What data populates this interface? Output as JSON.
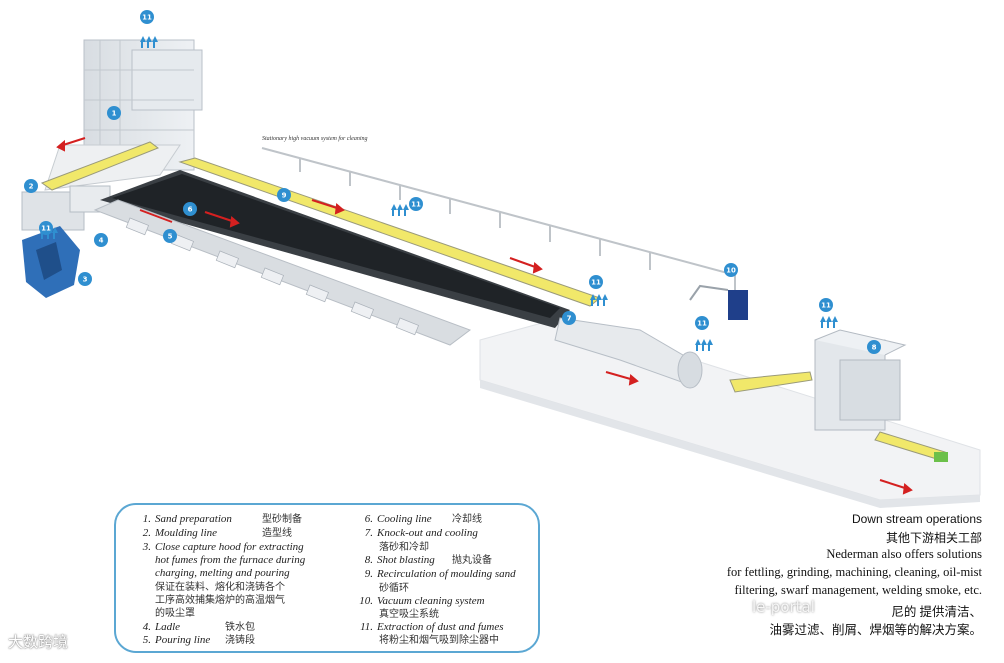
{
  "caption": "Stationary high vacuum system for cleaning",
  "legend": {
    "left": [
      {
        "n": "1.",
        "en": "Sand preparation",
        "zh": "型砂制备"
      },
      {
        "n": "2.",
        "en": "Moulding line",
        "zh": "造型线"
      },
      {
        "n": "3.",
        "en": "Close capture hood for extracting",
        "zh": ""
      },
      {
        "n": "",
        "en": "hot fumes from the furnace during",
        "zh": ""
      },
      {
        "n": "",
        "en": "charging, melting and pouring",
        "zh": ""
      },
      {
        "n": "4.",
        "en": "Ladle",
        "zh": "铁水包"
      },
      {
        "n": "5.",
        "en": "Pouring line",
        "zh": "浇铸段"
      }
    ],
    "left_zh_lines": [
      "保证在装料、熔化和浇铸各个",
      "工序高效捕集熔炉的高温烟气",
      "的吸尘罩"
    ],
    "right": [
      {
        "n": "6.",
        "en": "Cooling line",
        "zh": "冷却线"
      },
      {
        "n": "7.",
        "en": "Knock-out and cooling",
        "zh": ""
      },
      {
        "n": "8.",
        "en": "Shot blasting",
        "zh": "抛丸设备"
      },
      {
        "n": "9.",
        "en": "Recirculation of moulding sand",
        "zh": ""
      },
      {
        "n": "10.",
        "en": "Vacuum cleaning system",
        "zh": ""
      },
      {
        "n": "11.",
        "en": "Extraction of dust and fumes",
        "zh": ""
      }
    ],
    "right_zh_lines": {
      "r7": "落砂和冷却",
      "r9": "砂循环",
      "r10": "真空吸尘系统",
      "r11": "将粉尘和烟气吸到除尘器中"
    }
  },
  "downstream": {
    "title_en": "Down stream operations",
    "title_zh": "其他下游相关工部",
    "lines": [
      "Nederman also offers solutions",
      "for fettling, grinding, machining, cleaning, oil-mist",
      "filtering, swarf management, welding smoke, etc.",
      "尼的   提供清洁、",
      "油雾过滤、削屑、焊烟等的解决方案。"
    ]
  },
  "markers": [
    "1",
    "2",
    "3",
    "4",
    "5",
    "6",
    "7",
    "8",
    "9",
    "10",
    "11"
  ],
  "watermark": "大数跨境",
  "watermark2": "le-portal",
  "colors": {
    "accent": "#2f8fd0",
    "conveyor": "#f1e86a",
    "arrow": "#d42020",
    "line": "#c9c9c9"
  }
}
